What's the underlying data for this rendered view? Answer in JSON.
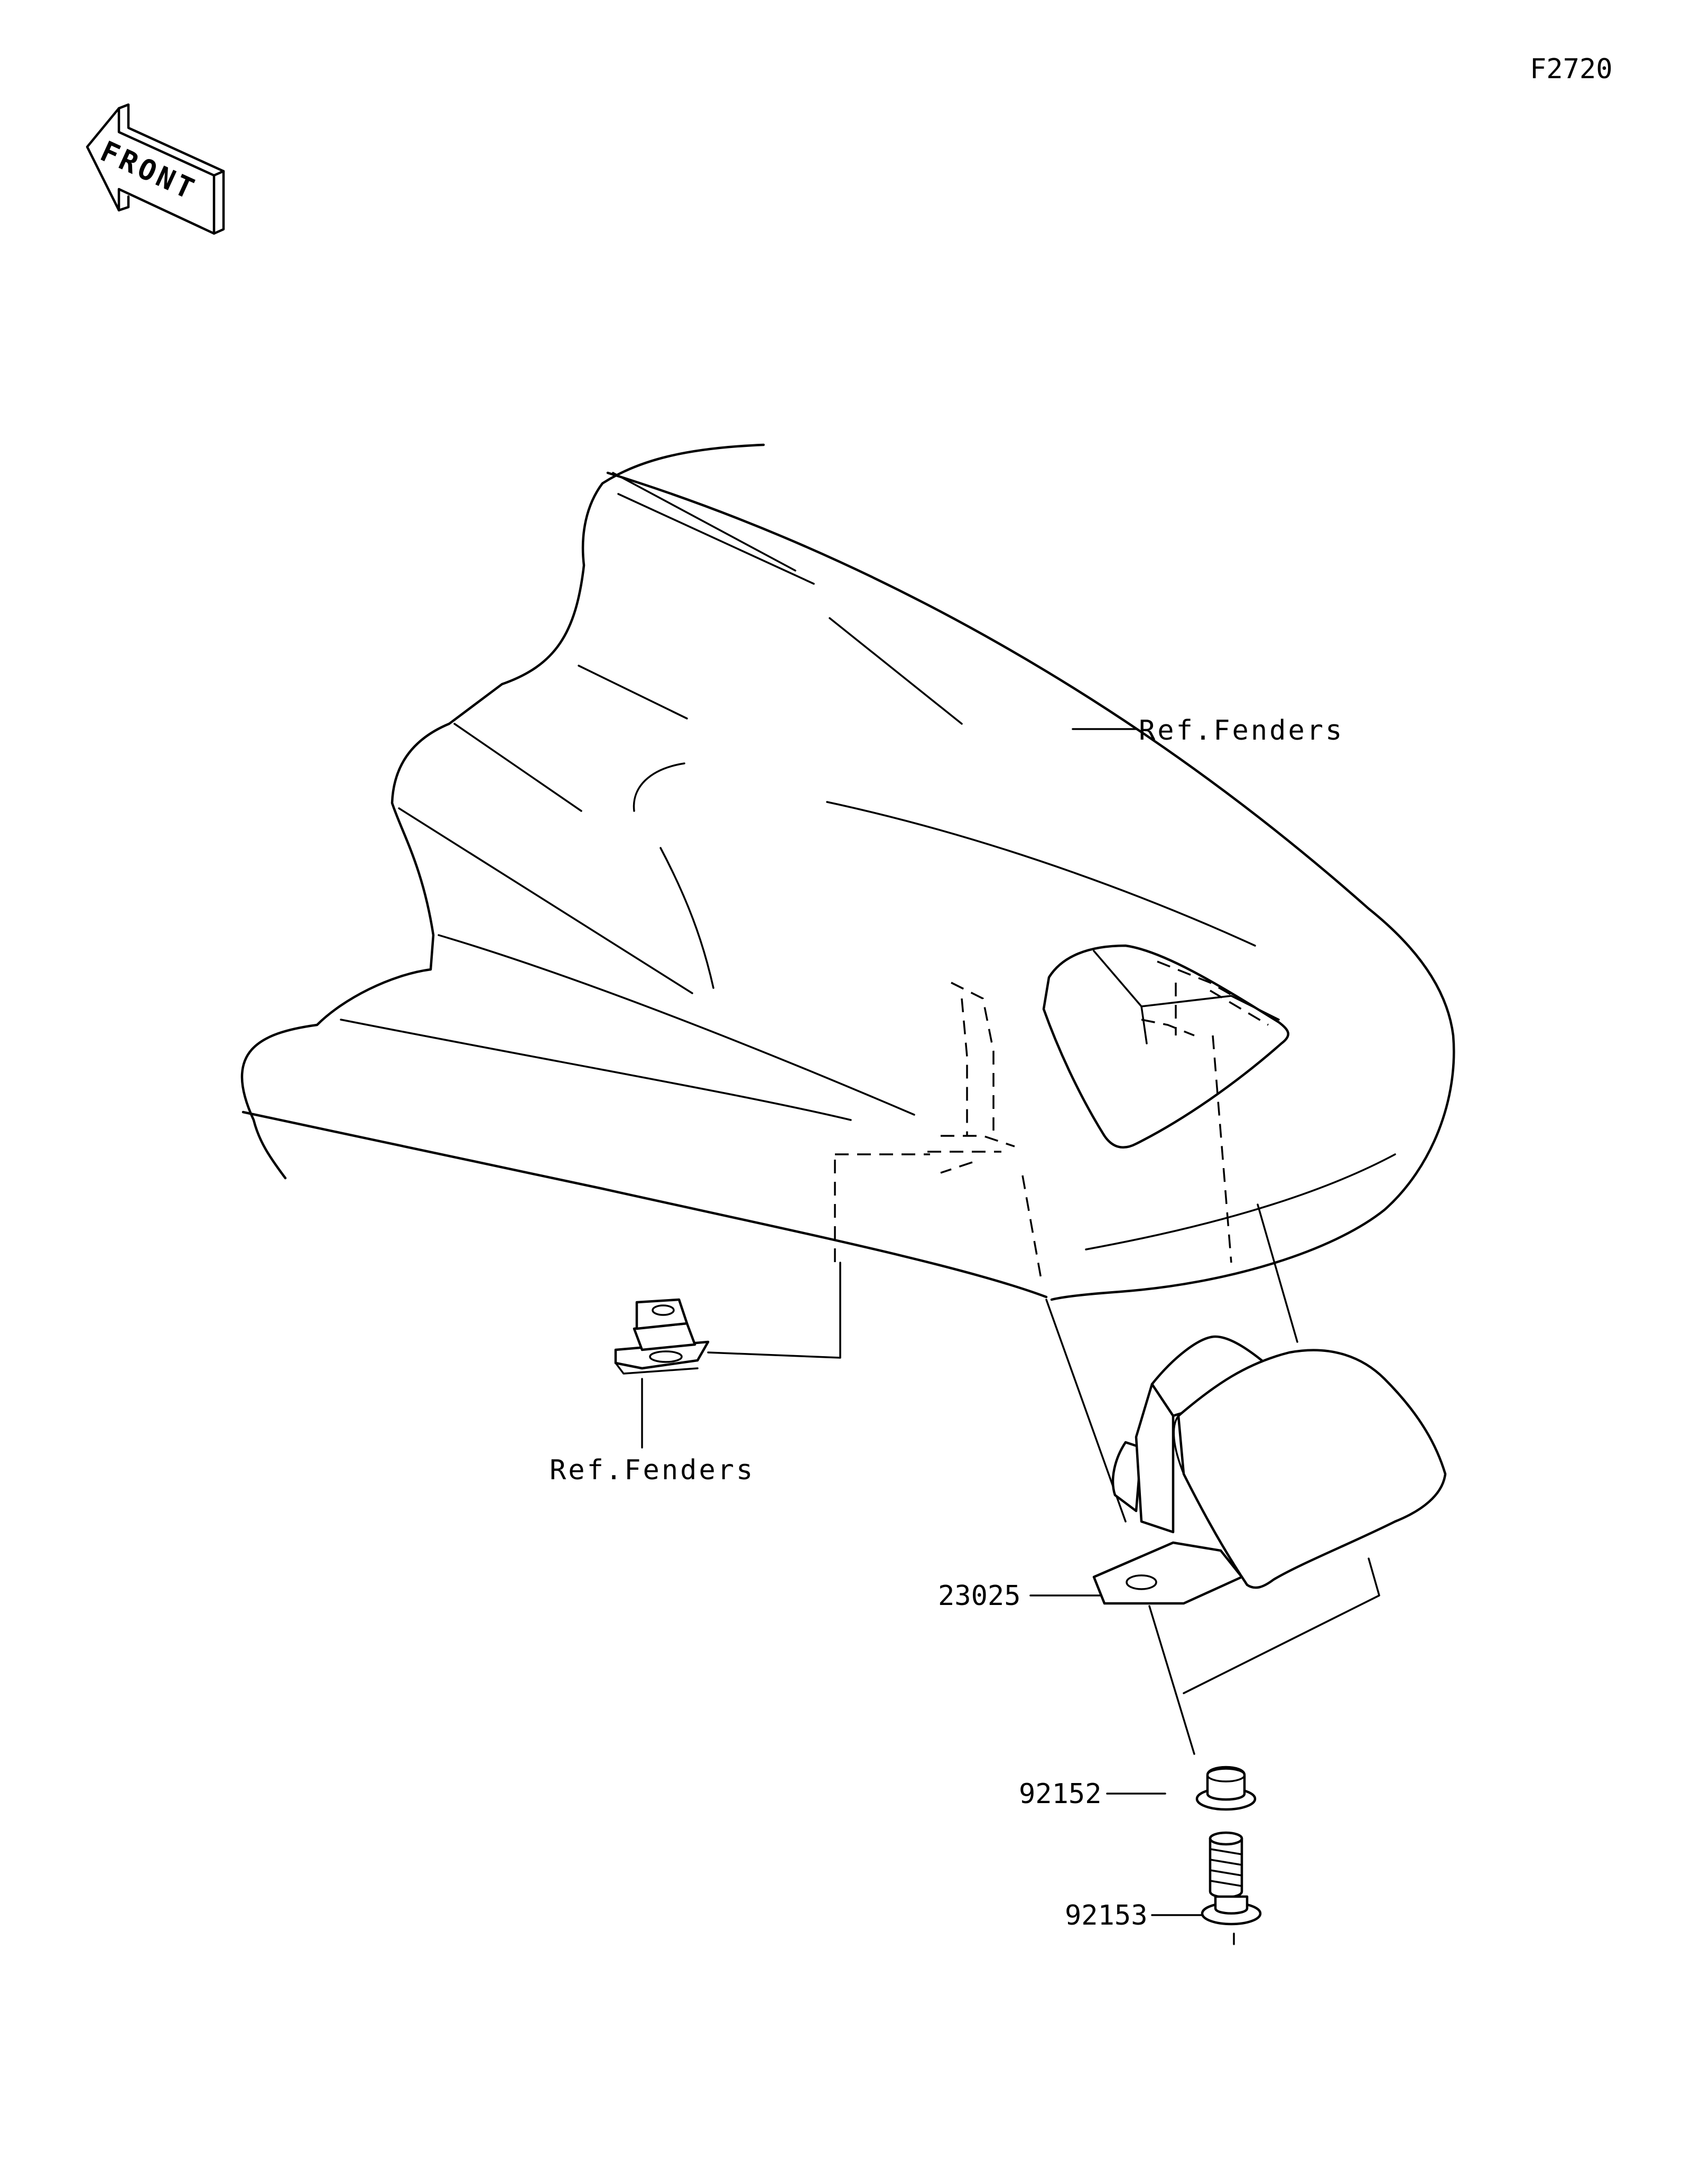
{
  "diagram_code": "F2720",
  "front_indicator": {
    "label": "FRONT",
    "icon": "front-arrow-icon"
  },
  "callouts": {
    "ref_fenders_top": "Ref.Fenders",
    "ref_fenders_bottom": "Ref.Fenders",
    "part_23025": "23025",
    "part_92152": "92152",
    "part_92153": "92153"
  },
  "colors": {
    "line": "#000000",
    "background": "#ffffff"
  }
}
